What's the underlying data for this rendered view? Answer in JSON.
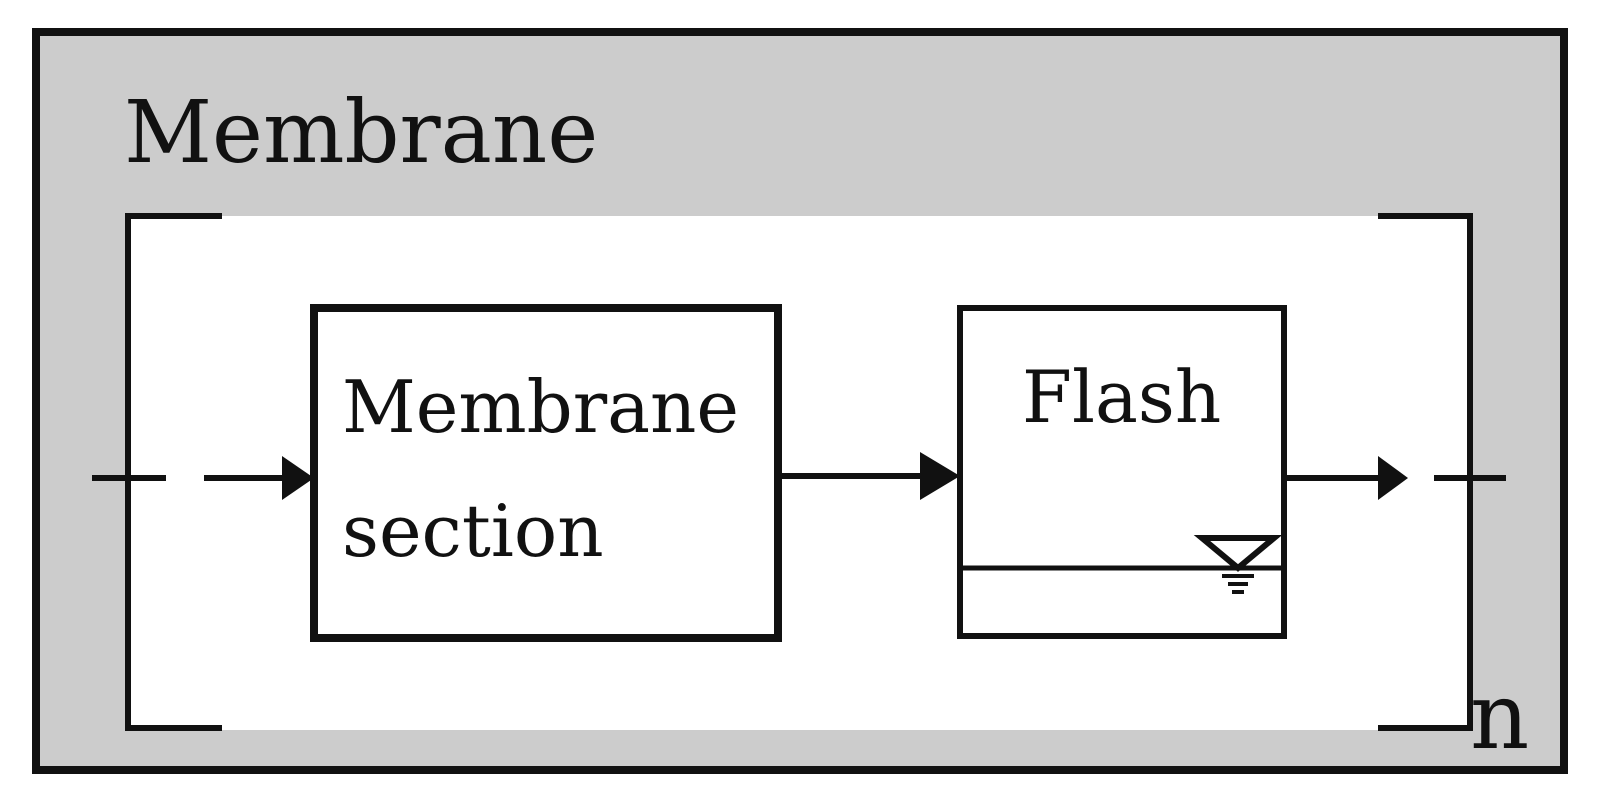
{
  "diagram": {
    "outer_label": "Membrane",
    "block_membrane_line1": "Membrane",
    "block_membrane_line2": "section",
    "block_flash": "Flash",
    "repeat_label": "n"
  },
  "colors": {
    "outer_fill": "#cccccc",
    "inner_fill": "#ffffff",
    "stroke": "#111111"
  }
}
